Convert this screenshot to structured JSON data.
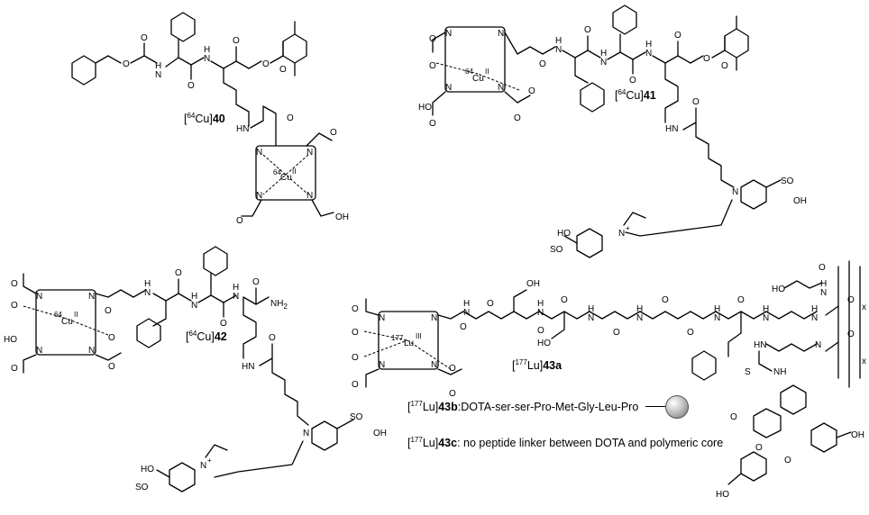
{
  "compounds": {
    "c40": {
      "iso": "64",
      "metal": "Cu",
      "num": "40"
    },
    "c41": {
      "iso": "64",
      "metal": "Cu",
      "num": "41"
    },
    "c42": {
      "iso": "64",
      "metal": "Cu",
      "num": "42"
    },
    "c43a": {
      "iso": "177",
      "metal": "Lu",
      "num": "43a"
    },
    "c43b": {
      "iso": "177",
      "metal": "Lu",
      "num": "43b",
      "desc": "DOTA-ser-ser-Pro-Met-Gly-Leu-Pro"
    },
    "c43c": {
      "iso": "177",
      "metal": "Lu",
      "num": "43c",
      "desc": ": no peptide linker between DOTA and polymeric core"
    }
  },
  "chelates": {
    "cu_iso": "64",
    "cu_metal": "Cu",
    "cu_ox": "II",
    "lu_iso": "177",
    "lu_metal": "Lu",
    "lu_ox": "III"
  },
  "atoms": {
    "N": "N",
    "O": "O",
    "NH": "NH",
    "HN": "HN",
    "H": "H",
    "S": "S",
    "OH": "OH",
    "HO": "HO",
    "NH2": "NH",
    "two": "2",
    "Nplus": "N",
    "plus": "+",
    "sulfo": "SO",
    "x": "x"
  }
}
